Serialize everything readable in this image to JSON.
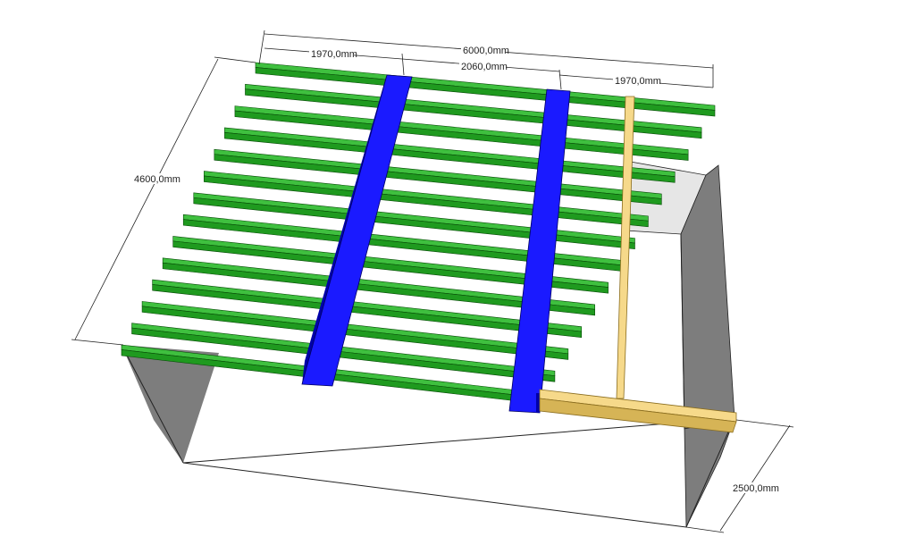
{
  "dimensions": {
    "total_width": "6000,0mm",
    "left_span": "1970,0mm",
    "middle_span": "2060,0mm",
    "right_span": "1970,0mm",
    "depth": "4600,0mm",
    "height": "2500,0mm"
  },
  "colors": {
    "joist": "#1f9a1f",
    "joist_dark": "#0e6a0e",
    "joist_light": "#3fc03f",
    "beam": "#1a1aff",
    "beam_dark": "#0000a8",
    "timber": "#f6d98a",
    "timber_dark": "#d6b456",
    "wall": "#7d7d7d",
    "wall_light": "#e6e6e6",
    "line": "#222222"
  }
}
